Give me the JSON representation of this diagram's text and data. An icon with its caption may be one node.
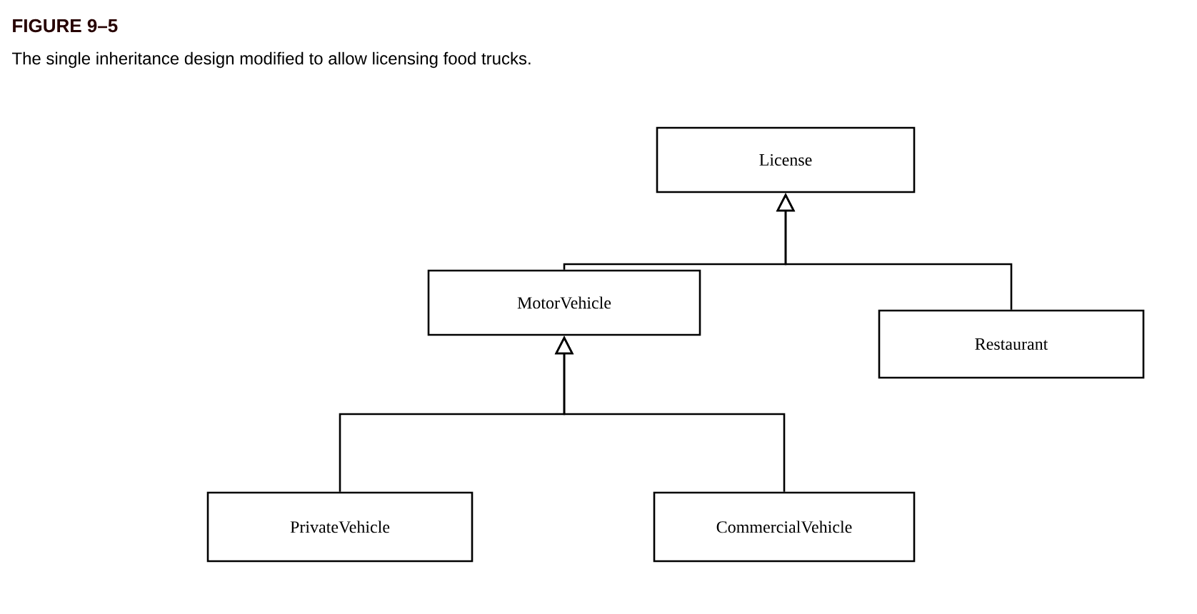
{
  "diagram": {
    "title": "FIGURE 9–5",
    "caption": "The single inheritance design modified to allow licensing food trucks.",
    "nodes": [
      {
        "text": [
          "License"
        ]
      },
      {
        "text": [
          "MotorVehicle"
        ]
      },
      {
        "text": [
          "Restaurant"
        ]
      },
      {
        "text": [
          "PrivateVehicle"
        ]
      },
      {
        "text": [
          "CommercialVehicle"
        ]
      }
    ],
    "edges": [
      {
        "from": 1,
        "to": 0,
        "arrow": "to"
      },
      {
        "from": 2,
        "to": 0,
        "arrow": "to"
      },
      {
        "from": 3,
        "to": 1,
        "arrow": "to"
      },
      {
        "from": 4,
        "to": 1,
        "arrow": "to"
      }
    ]
  }
}
